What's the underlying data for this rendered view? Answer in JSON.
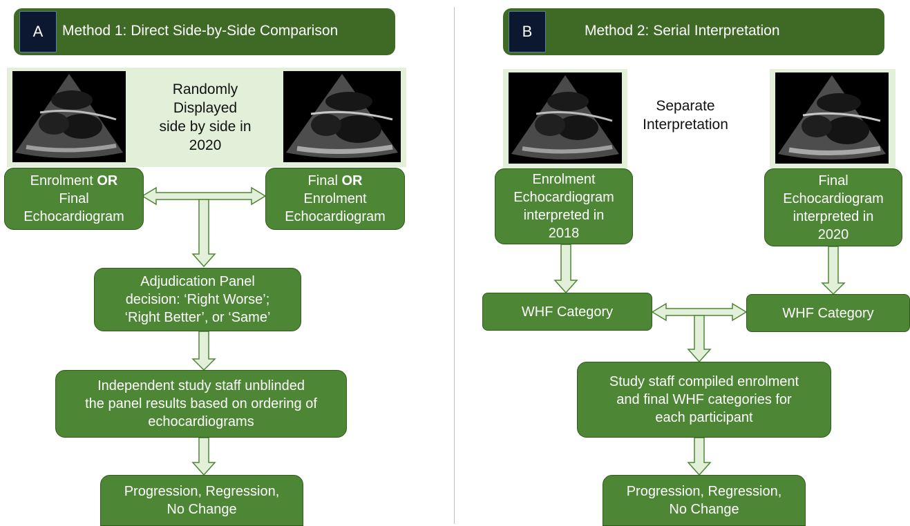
{
  "panel_a": {
    "letter": "A",
    "title": "Method 1: Direct Side-by-Side Comparison",
    "center_text": [
      "Randomly",
      "Displayed",
      "side by side in",
      "2020"
    ],
    "left_box": {
      "line1": "Enrolment ",
      "line1_bold": "OR",
      "line2": "Final",
      "line3": "Echocardiogram"
    },
    "right_box": {
      "line1": "Final ",
      "line1_bold": "OR",
      "line2": "Enrolment",
      "line3": "Echocardiogram"
    },
    "adjudication": [
      "Adjudication Panel",
      "decision: ‘Right Worse’;",
      "‘Right Better’, or ‘Same’"
    ],
    "unblinded": [
      "Independent study staff unblinded",
      "the panel results based on ordering of",
      "echocardiograms"
    ],
    "outcome": [
      "Progression, Regression,",
      "No Change"
    ]
  },
  "panel_b": {
    "letter": "B",
    "title": "Method 2: Serial Interpretation",
    "center_text": [
      "Separate",
      "Interpretation"
    ],
    "left_box": [
      "Enrolment",
      "Echocardiogram",
      "interpreted in",
      "2018"
    ],
    "right_box": [
      "Final",
      "Echocardiogram",
      "interpreted in",
      "2020"
    ],
    "whf_left": "WHF Category",
    "whf_right": "WHF Category",
    "compiled": [
      "Study staff compiled enrolment",
      "and final WHF categories for",
      "each participant"
    ],
    "outcome": [
      "Progression, Regression,",
      "No Change"
    ]
  },
  "colors": {
    "banner": "#3f6a26",
    "box": "#4d8634",
    "arrow_fill": "#e2efd9",
    "arrow_stroke": "#4d8634",
    "image_strip": "#e2efd9"
  }
}
